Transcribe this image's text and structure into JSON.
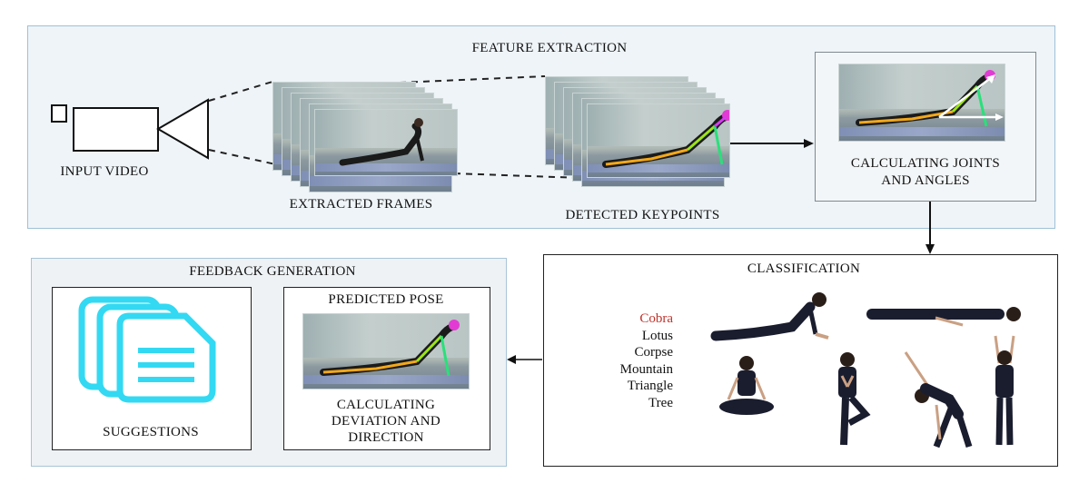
{
  "feature_extraction": {
    "title": "FEATURE EXTRACTION",
    "input_video": "INPUT VIDEO",
    "extracted_frames": "EXTRACTED FRAMES",
    "detected_keypoints": "DETECTED KEYPOINTS",
    "calc_joints_line1": "CALCULATING JOINTS",
    "calc_joints_line2": "AND ANGLES"
  },
  "classification": {
    "title": "CLASSIFICATION",
    "classes": [
      {
        "label": "Cobra",
        "color": "#c0322b"
      },
      {
        "label": "Lotus",
        "color": "#111111"
      },
      {
        "label": "Corpse",
        "color": "#111111"
      },
      {
        "label": "Mountain",
        "color": "#111111"
      },
      {
        "label": "Triangle",
        "color": "#111111"
      },
      {
        "label": "Tree",
        "color": "#111111"
      }
    ]
  },
  "feedback_generation": {
    "title": "FEEDBACK GENERATION",
    "suggestions": "SUGGESTIONS",
    "predicted_pose": "PREDICTED POSE",
    "calc_dev_line1": "CALCULATING",
    "calc_dev_line2": "DEVIATION AND",
    "calc_dev_line3": "DIRECTION"
  },
  "colors": {
    "document_icon": "#33d9f2",
    "feature_panel_bg": "#eef4f8",
    "feature_panel_border": "#9fc1d8"
  }
}
